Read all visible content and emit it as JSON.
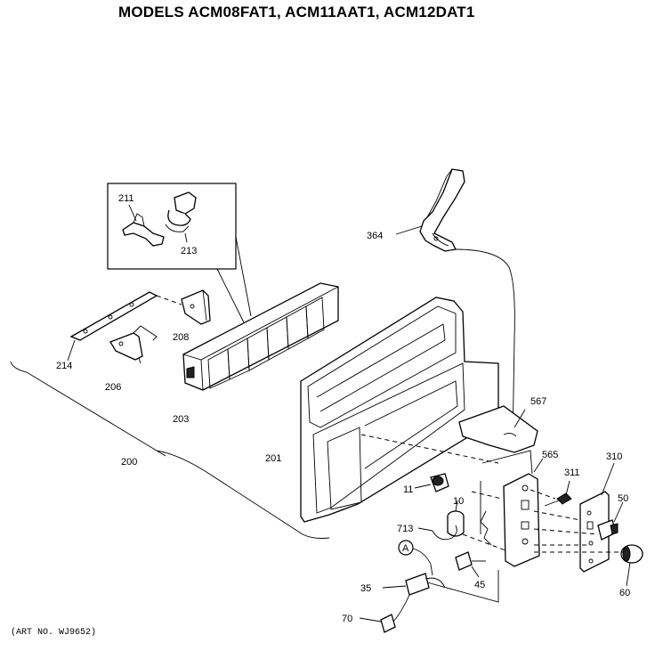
{
  "title": "MODELS ACM08FAT1, ACM11AAT1, ACM12DAT1",
  "art_number": "(ART NO. WJ9652)",
  "part_labels": {
    "p211": "211",
    "p213": "213",
    "p364": "364",
    "p208": "208",
    "p214": "214",
    "p206": "206",
    "p203": "203",
    "p200": "200",
    "p201": "201",
    "p567": "567",
    "p565": "565",
    "p310": "310",
    "p311": "311",
    "p11": "11",
    "p10": "10",
    "p50": "50",
    "p713": "713",
    "pA": "A",
    "p45": "45",
    "p35": "35",
    "p60": "60",
    "p70": "70"
  }
}
